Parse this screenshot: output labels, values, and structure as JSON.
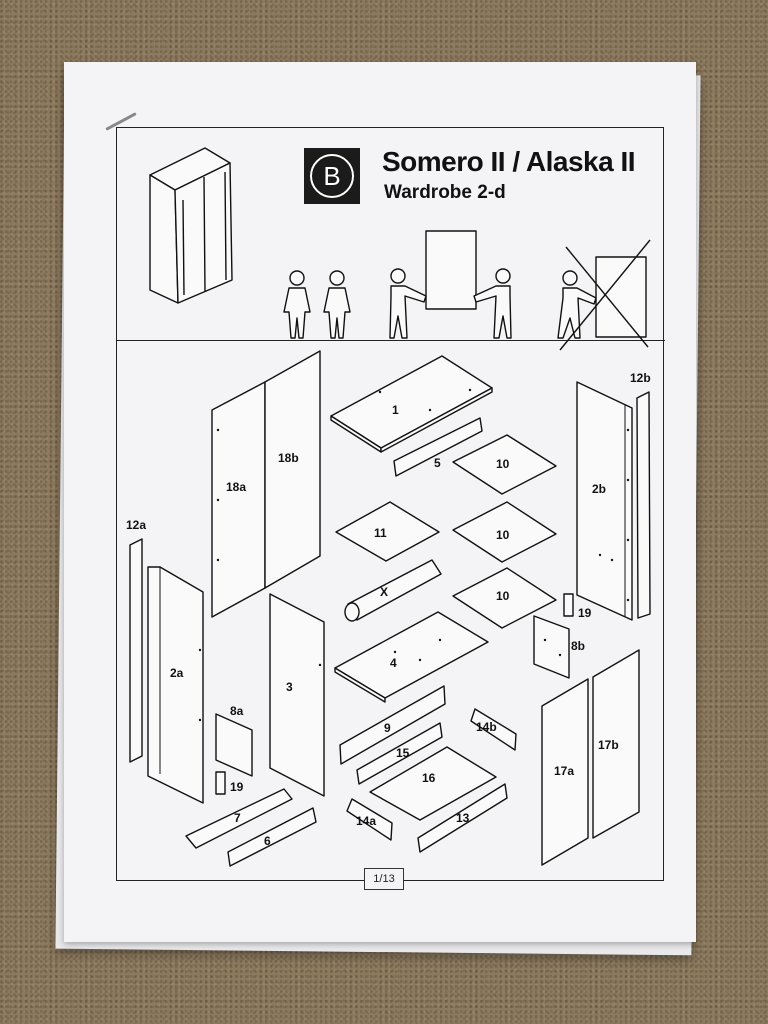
{
  "header": {
    "logo_letter": "B",
    "title": "Somero II / Alaska II",
    "subtitle": "Wardrobe 2-d"
  },
  "footer": {
    "page_number": "1/13"
  },
  "icons": {
    "logo": "letter-b-circle-badge",
    "wardrobe": "wardrobe-icon",
    "two_people": "two-people-icon",
    "carry": "two-people-carry-panel-icon",
    "no_single": "single-person-prohibited-icon"
  },
  "parts": {
    "p1": "1",
    "p5": "5",
    "p10a": "10",
    "p10b": "10",
    "p10c": "10",
    "p11": "11",
    "px": "X",
    "p4": "4",
    "p18a": "18a",
    "p18b": "18b",
    "p12a": "12a",
    "p12b": "12b",
    "p2a": "2a",
    "p2b": "2b",
    "p3": "3",
    "p8a": "8a",
    "p8b": "8b",
    "p19a": "19",
    "p19b": "19",
    "p9": "9",
    "p14b": "14b",
    "p15": "15",
    "p16": "16",
    "p7": "7",
    "p6": "6",
    "p14a": "14a",
    "p13": "13",
    "p17a": "17a",
    "p17b": "17b"
  }
}
